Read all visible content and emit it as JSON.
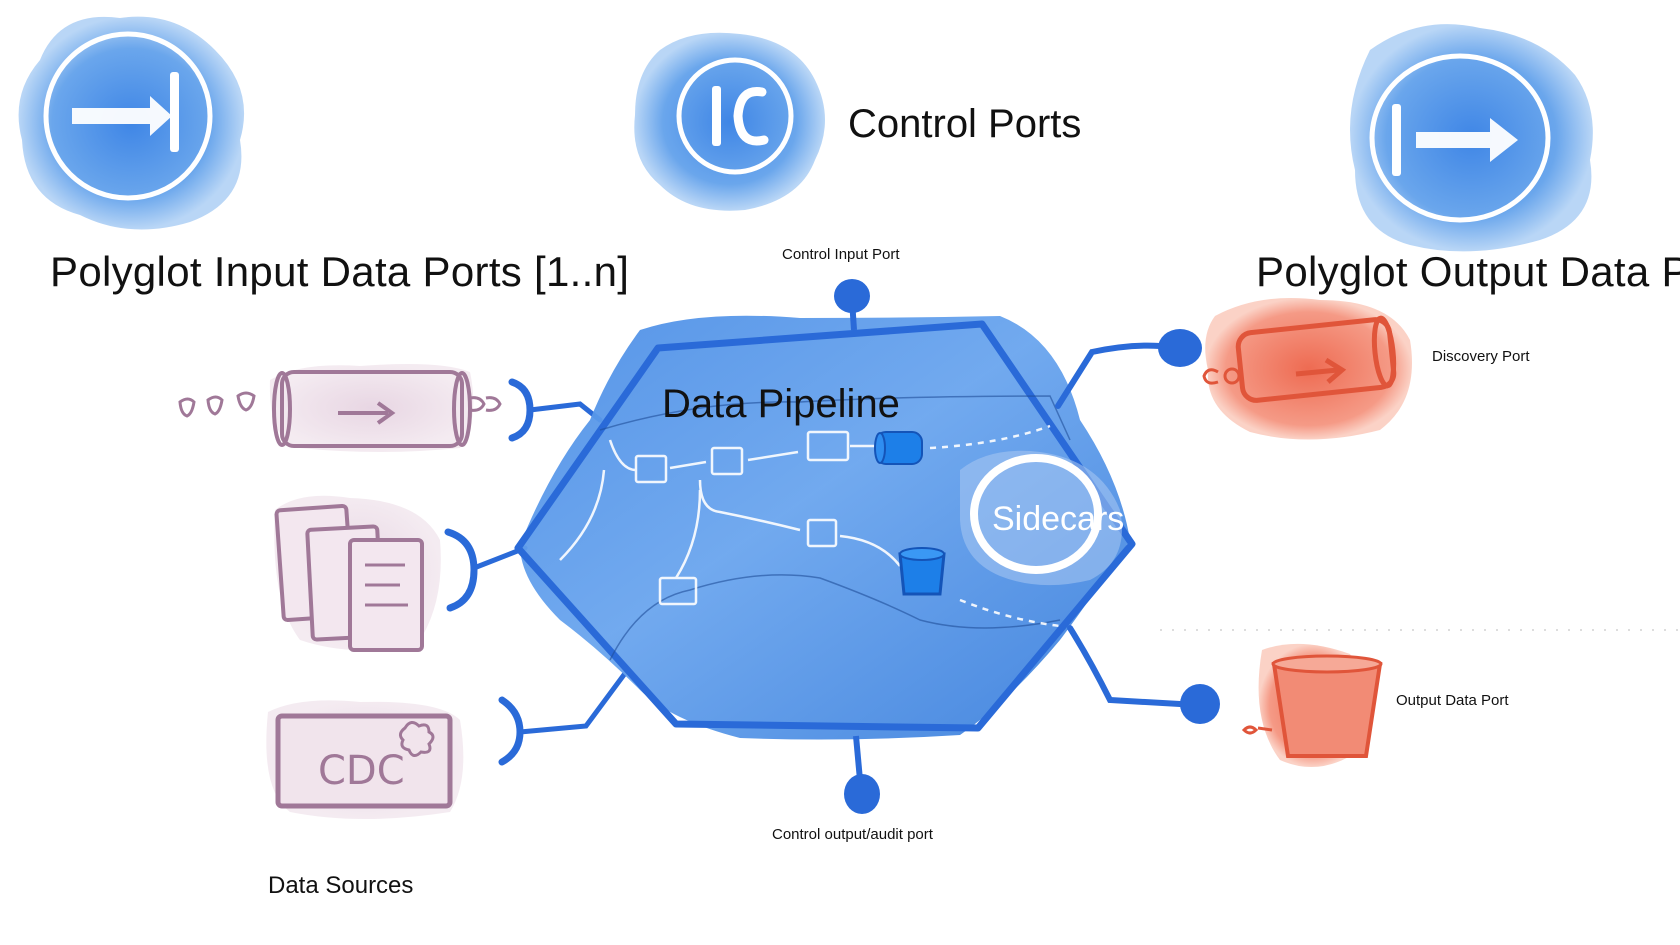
{
  "labels": {
    "control_ports": "Control Ports",
    "input_ports": "Polyglot Input Data Ports [1..n]",
    "output_ports": "Polyglot Output Data P",
    "control_input_port": "Control Input Port",
    "data_pipeline": "Data Pipeline",
    "discovery_port": "Discovery Port",
    "sidecars": "Sidecars",
    "output_data_port": "Output Data Port",
    "control_output_port": "Control output/audit port",
    "data_sources": "Data Sources",
    "cdc": "CDC"
  },
  "icons": {
    "input_port_icon": "arrow-into-bar-icon",
    "control_port_icon": "ic-control-icon",
    "output_port_icon": "bar-arrow-out-icon"
  },
  "colors": {
    "blue_wash": "#4a8fe0",
    "blue_line": "#2a6ad8",
    "purple": "#a07898",
    "red": "#e0553a"
  }
}
